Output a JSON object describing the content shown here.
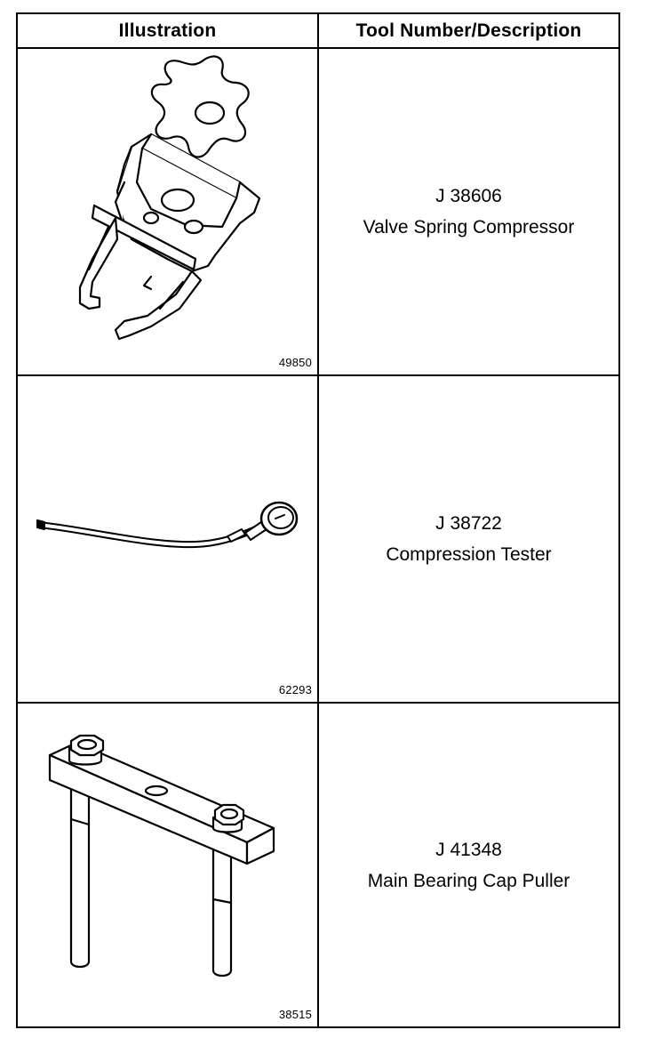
{
  "header": {
    "illustration": "Illustration",
    "tool": "Tool Number/Description"
  },
  "rows": [
    {
      "figure": "49850",
      "tool_number": "J 38606",
      "description": "Valve Spring Compressor",
      "icon": "valve-spring-compressor"
    },
    {
      "figure": "62293",
      "tool_number": "J 38722",
      "description": "Compression Tester",
      "icon": "compression-tester"
    },
    {
      "figure": "38515",
      "tool_number": "J 41348",
      "description": "Main Bearing Cap Puller",
      "icon": "main-bearing-cap-puller"
    }
  ]
}
